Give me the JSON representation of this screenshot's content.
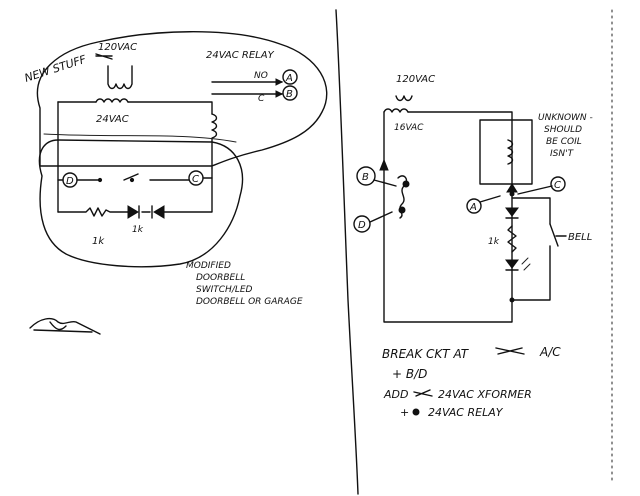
{
  "left_panel": {
    "new_stuff": "NEW STUFF",
    "v120": "120VAC",
    "relay": "24VAC RELAY",
    "no": "NO",
    "c": "C",
    "node_a": "A",
    "node_b": "B",
    "v24": "24VAC",
    "node_d": "D",
    "node_c": "C",
    "r1k": "1k",
    "note": [
      "MODIFIED",
      "DOORBELL",
      "SWITCH/LED",
      "DOORBELL OR GARAGE"
    ]
  },
  "right_panel": {
    "v120": "120VAC",
    "v16": "16VAC",
    "unknown": [
      "UNKNOWN -",
      "SHOULD",
      "BE COIL",
      "ISN'T"
    ],
    "node_b": "B",
    "node_d": "D",
    "node_a": "A",
    "node_c": "C",
    "r1k": "1k",
    "bell": "BELL",
    "instructions": [
      "BREAK CKT AT",
      "A/C",
      "+ B/D",
      "ADD",
      "24VAC XFORMER",
      "+",
      "24VAC RELAY"
    ]
  }
}
